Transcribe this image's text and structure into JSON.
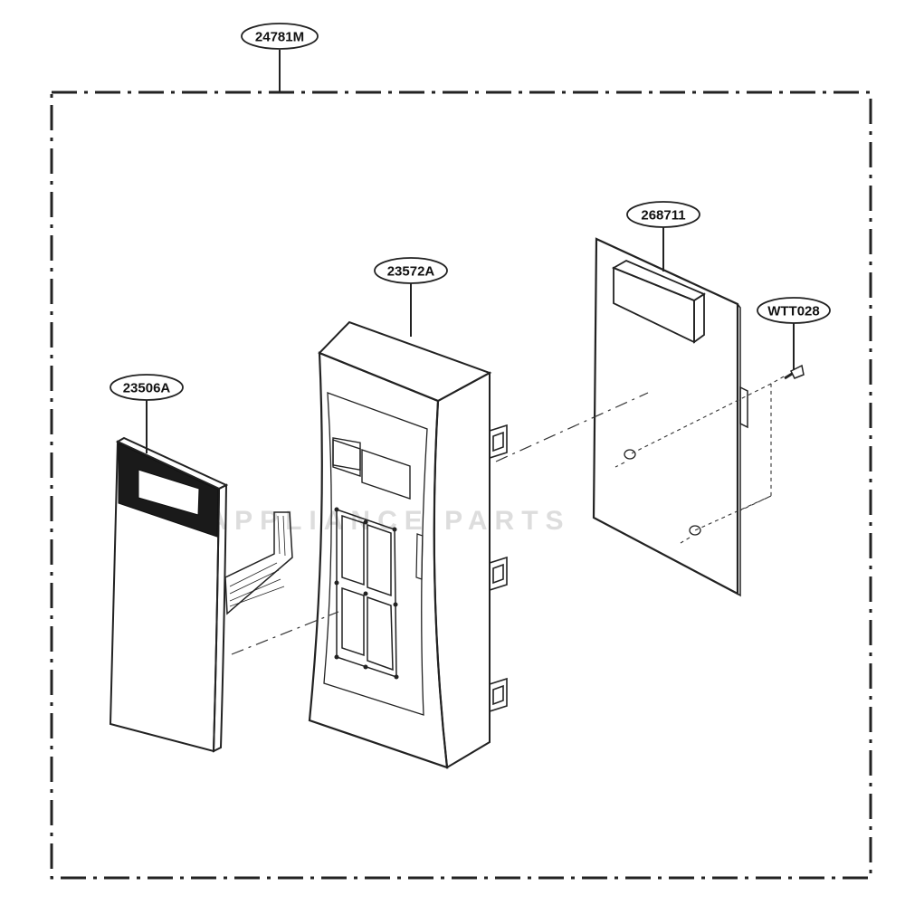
{
  "callouts": {
    "assembly": "24781M",
    "board_cover": "23572A",
    "membrane_keypad": "23506A",
    "pcb": "268711",
    "screw": "WTT028"
  },
  "watermark": {
    "text": "APPLIANCE PARTS",
    "color": "#dddddd"
  },
  "colors": {
    "line": "#222222",
    "panel_fill": "#f7f7f7",
    "display_band": "#1a1a1a",
    "background": "#ffffff"
  }
}
